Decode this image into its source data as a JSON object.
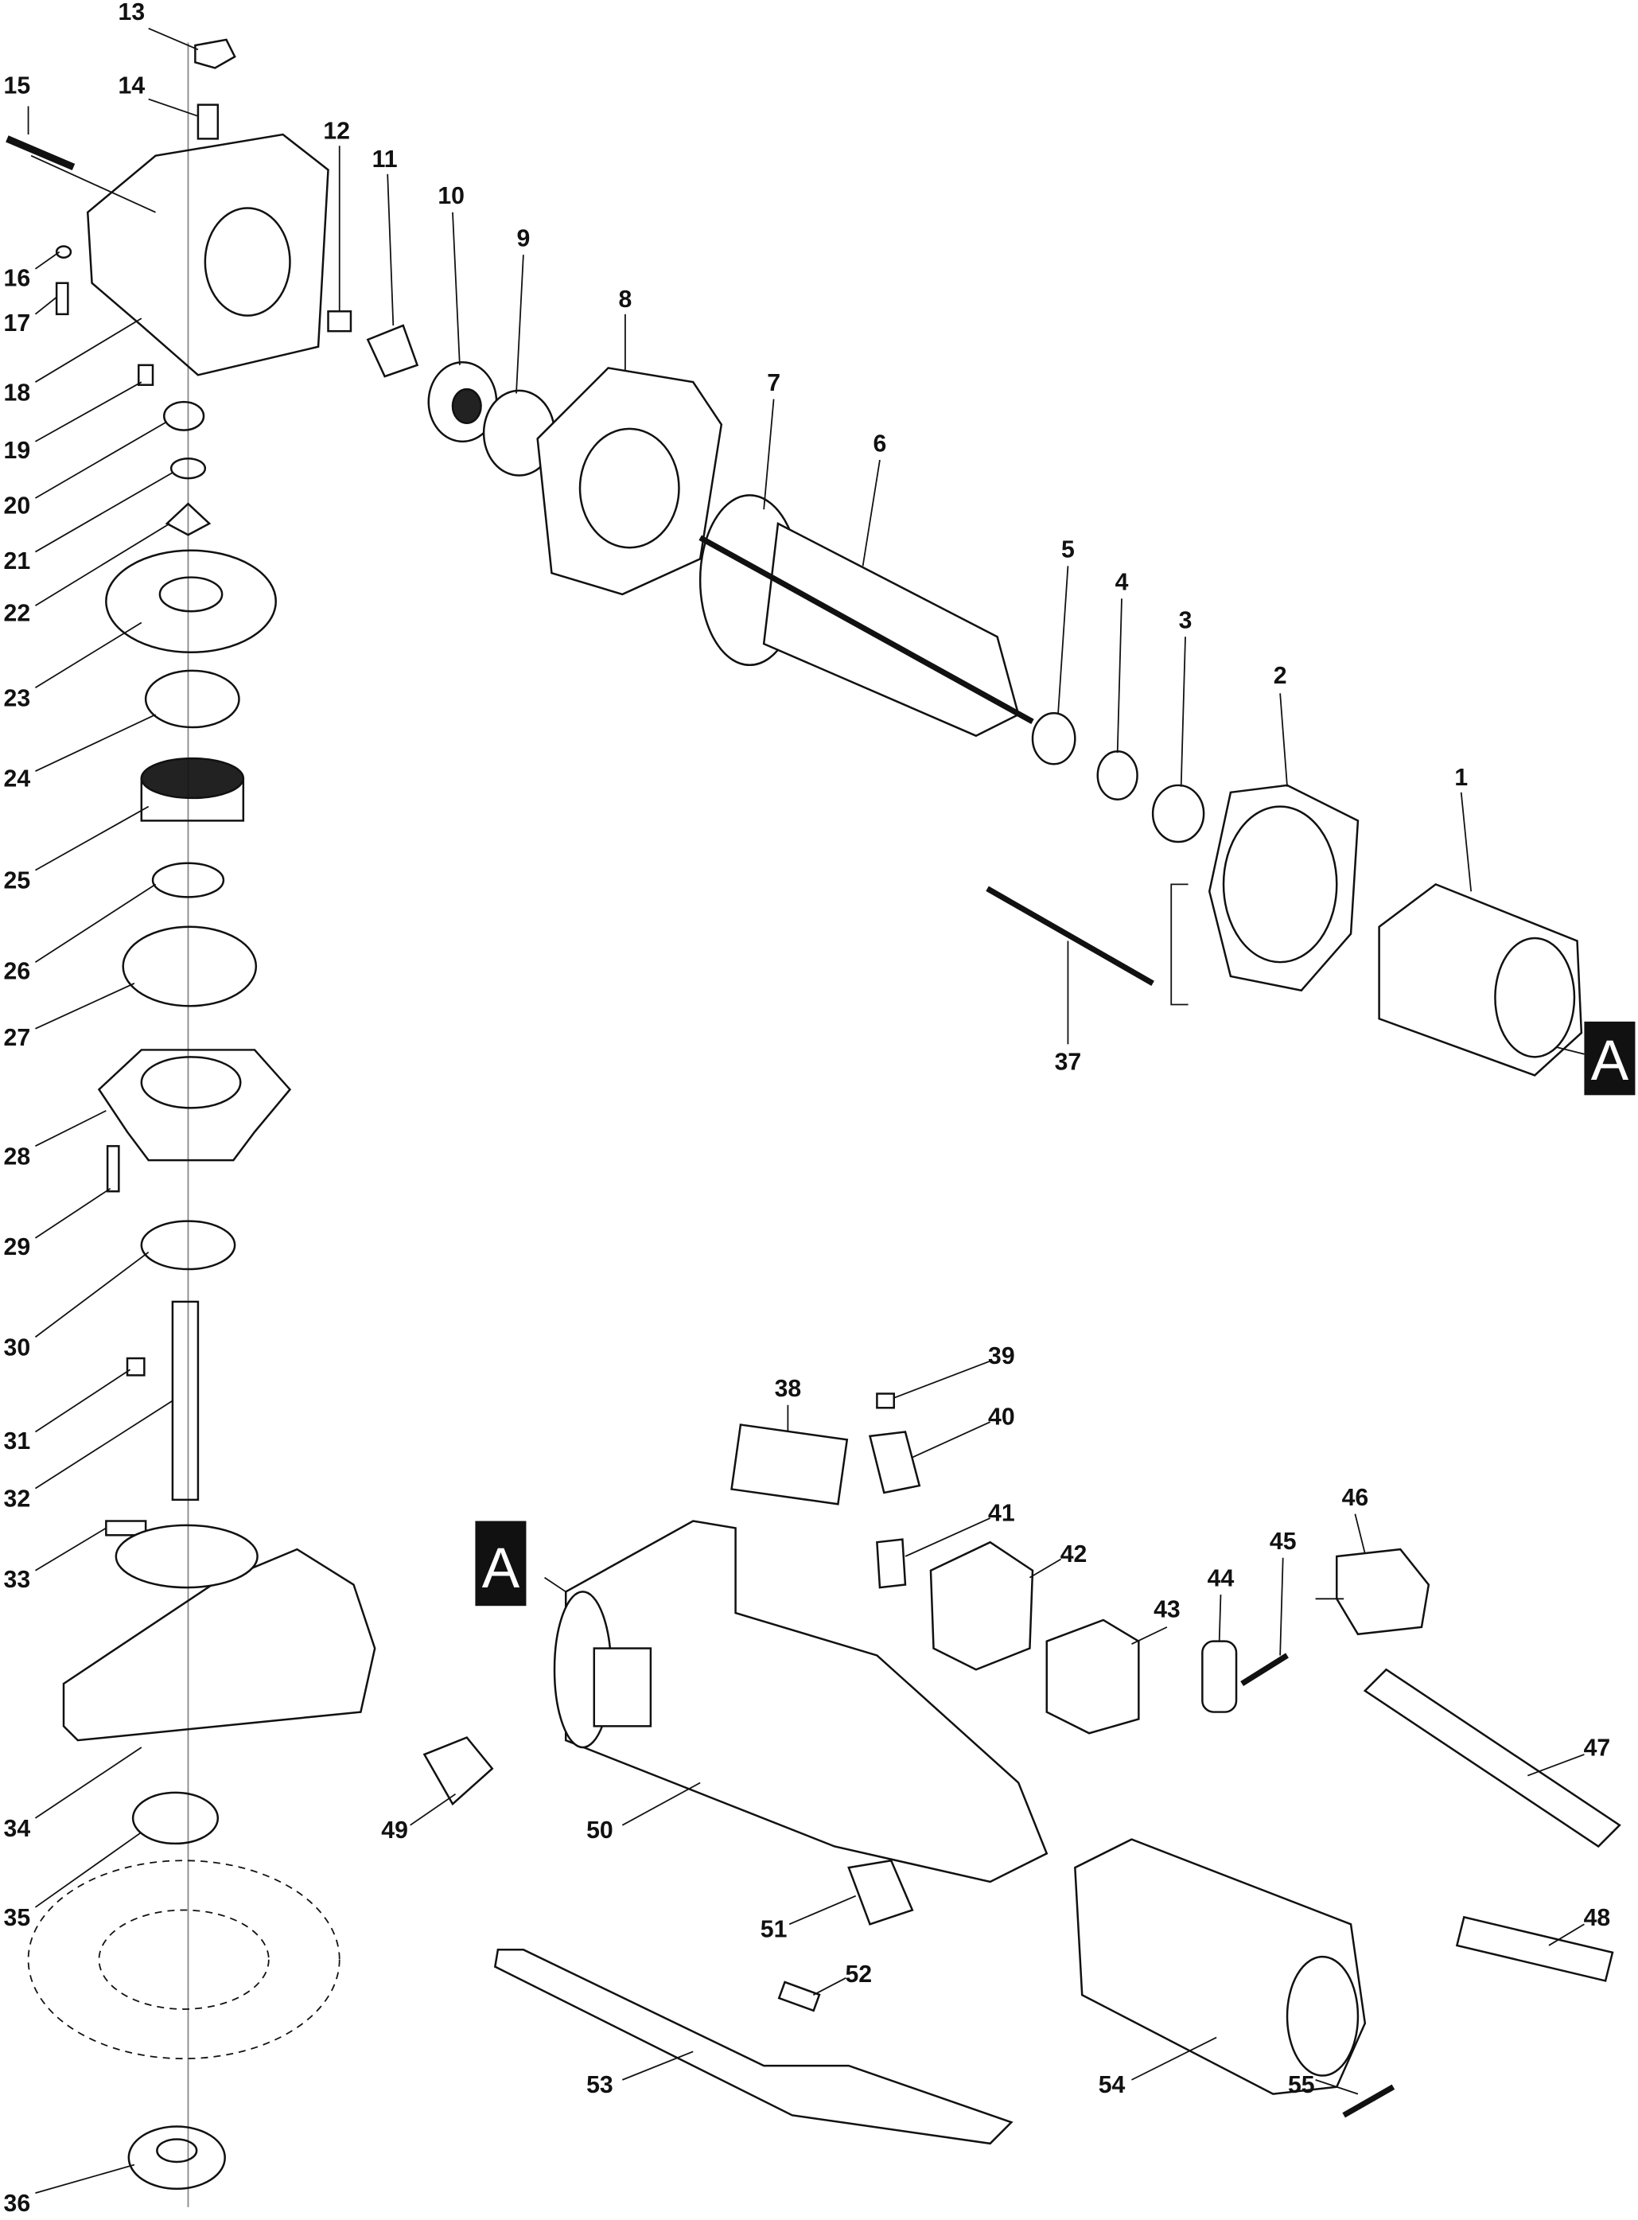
{
  "labels": {
    "p1": "1",
    "p2": "2",
    "p3": "3",
    "p4": "4",
    "p5": "5",
    "p6": "6",
    "p7": "7",
    "p8": "8",
    "p9": "9",
    "p10": "10",
    "p11": "11",
    "p12": "12",
    "p13": "13",
    "p14": "14",
    "p15": "15",
    "p16": "16",
    "p17": "17",
    "p18": "18",
    "p19": "19",
    "p20": "20",
    "p21": "21",
    "p22": "22",
    "p23": "23",
    "p24": "24",
    "p25": "25",
    "p26": "26",
    "p27": "27",
    "p28": "28",
    "p29": "29",
    "p30": "30",
    "p31": "31",
    "p32": "32",
    "p33": "33",
    "p34": "34",
    "p35": "35",
    "p36": "36",
    "p37": "37",
    "p38": "38",
    "p39": "39",
    "p40": "40",
    "p41": "41",
    "p42": "42",
    "p43": "43",
    "p44": "44",
    "p45": "45",
    "p46": "46",
    "p47": "47",
    "p48": "48",
    "p49": "49",
    "p50": "50",
    "p51": "51",
    "p52": "52",
    "p53": "53",
    "p54": "54",
    "p55": "55"
  },
  "markers": {
    "connector_top": "A",
    "connector_bottom": "A"
  }
}
